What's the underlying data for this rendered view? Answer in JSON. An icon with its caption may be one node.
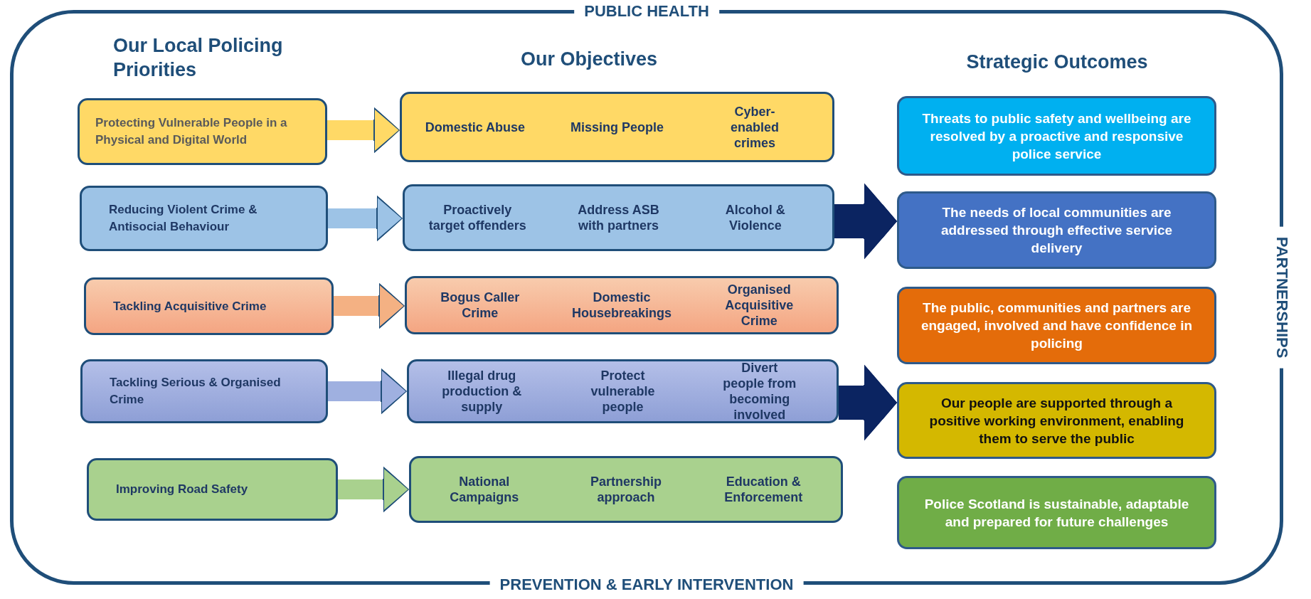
{
  "diagram": {
    "nodes": [
      {
        "text": [
          "PUBLIC HEALTH",
          "PARTNERSHIPS",
          "PREVENTION & EARLY INTERVENTION"
        ]
      },
      {
        "text": [
          "Protecting Vulnerable People in a Physical and Digital World"
        ],
        "in": 0
      },
      {
        "text": [
          "Reducing Violent Crime & Antisocial Behaviour"
        ],
        "in": 0
      },
      {
        "text": [
          "Tackling Acquisitive Crime"
        ],
        "in": 0
      },
      {
        "text": [
          "Tackling Serious & Organised Crime"
        ],
        "in": 0
      },
      {
        "text": [
          "Improving Road Safety"
        ],
        "in": 0
      },
      {
        "text": [
          "Domestic Abuse",
          "Missing People",
          "Cyber-enabled crimes"
        ],
        "in": 0
      },
      {
        "text": [
          "Proactively target offenders",
          "Address ASB with partners",
          "Alcohol & Violence"
        ],
        "in": 0
      },
      {
        "text": [
          "Bogus Caller Crime",
          "Domestic Housebreakings",
          "Organised Acquisitive Crime"
        ],
        "in": 0
      },
      {
        "text": [
          "Illegal drug production & supply",
          "Protect vulnerable people",
          "Divert people from becoming involved"
        ],
        "in": 0
      },
      {
        "text": [
          "National Campaigns",
          "Partnership approach",
          "Education & Enforcement"
        ],
        "in": 0
      },
      {
        "text": [
          "Threats to public safety and wellbeing are resolved by a proactive and responsive police service"
        ],
        "in": 0
      },
      {
        "text": [
          "The needs of local communities are addressed through effective service delivery"
        ],
        "in": 0
      },
      {
        "text": [
          "The public, communities and partners are engaged, involved and have confidence in policing"
        ],
        "in": 0
      },
      {
        "text": [
          "Our people are supported through a positive working environment, enabling them to serve the public"
        ],
        "in": 0
      },
      {
        "text": [
          "Police Scotland is sustainable, adaptable and prepared for future challenges"
        ],
        "in": 0
      }
    ],
    "edges": [
      {
        "from": 1,
        "to": 6,
        "arrow": "to",
        "color": "#ffd966"
      },
      {
        "from": 2,
        "to": 7,
        "arrow": "to",
        "color": "#9dc3e6"
      },
      {
        "from": 3,
        "to": 8,
        "arrow": "to",
        "color": "#f4b183"
      },
      {
        "from": 4,
        "to": 9,
        "arrow": "to",
        "color": "#9fb0e0"
      },
      {
        "from": 5,
        "to": 10,
        "arrow": "to",
        "color": "#a9d18e"
      },
      {
        "from": 7,
        "to": 12,
        "arrow": "to",
        "color": "#0b2461"
      },
      {
        "from": 9,
        "to": 14,
        "arrow": "to",
        "color": "#0b2461"
      }
    ],
    "labels": [
      "Our Local Policing Priorities",
      "Our Objectives",
      "Strategic Outcomes"
    ]
  }
}
